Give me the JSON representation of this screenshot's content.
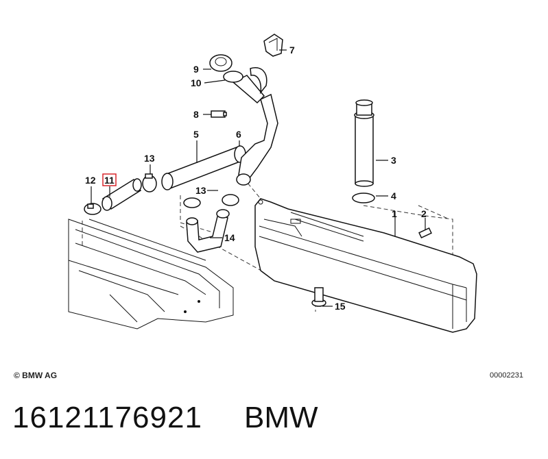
{
  "diagram": {
    "callouts": [
      "1",
      "2",
      "3",
      "4",
      "5",
      "6",
      "7",
      "8",
      "9",
      "10",
      "11",
      "12",
      "13",
      "13",
      "14",
      "15"
    ],
    "highlighted_callout": "11",
    "highlight_color": "#d9262c"
  },
  "footer": {
    "copyright": "© BMW AG",
    "doc_number": "00002231"
  },
  "product": {
    "part_number": "16121176921",
    "brand": "BMW"
  }
}
